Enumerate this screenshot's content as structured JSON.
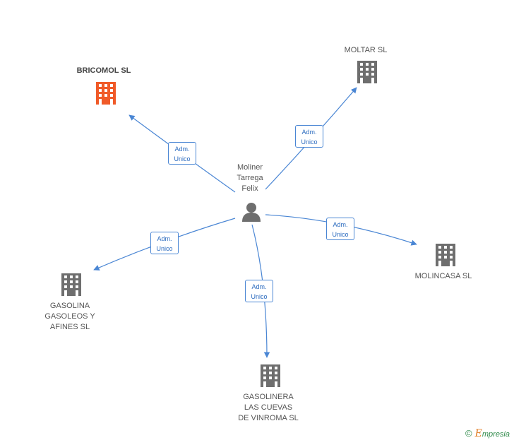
{
  "center": {
    "name_lines": [
      "Moliner",
      "Tarrega",
      "Felix"
    ],
    "icon": "person-icon"
  },
  "relations": [
    {
      "id": "bricomol",
      "name_lines": [
        "BRICOMOL SL"
      ],
      "highlighted": true,
      "role_lines": [
        "Adm.",
        "Unico"
      ],
      "icon": "building-icon"
    },
    {
      "id": "moltar",
      "name_lines": [
        "MOLTAR SL"
      ],
      "highlighted": false,
      "role_lines": [
        "Adm.",
        "Unico"
      ],
      "icon": "building-icon"
    },
    {
      "id": "molincasa",
      "name_lines": [
        "MOLINCASA SL"
      ],
      "highlighted": false,
      "role_lines": [
        "Adm.",
        "Unico"
      ],
      "icon": "building-icon"
    },
    {
      "id": "gasolina",
      "name_lines": [
        "GASOLINA",
        "GASOLEOS Y",
        "AFINES SL"
      ],
      "highlighted": false,
      "role_lines": [
        "Adm.",
        "Unico"
      ],
      "icon": "building-icon"
    },
    {
      "id": "gasolinera",
      "name_lines": [
        "GASOLINERA",
        "LAS CUEVAS",
        "DE VINROMA SL"
      ],
      "highlighted": false,
      "role_lines": [
        "Adm.",
        "Unico"
      ],
      "icon": "building-icon"
    }
  ],
  "colors": {
    "edge": "#4a86d4",
    "building": "#6e6e6e",
    "building_highlight": "#f05a28",
    "person": "#6e6e6e"
  },
  "footer": {
    "copyright": "©",
    "brand_e": "E",
    "brand_rest": "mpresia"
  }
}
